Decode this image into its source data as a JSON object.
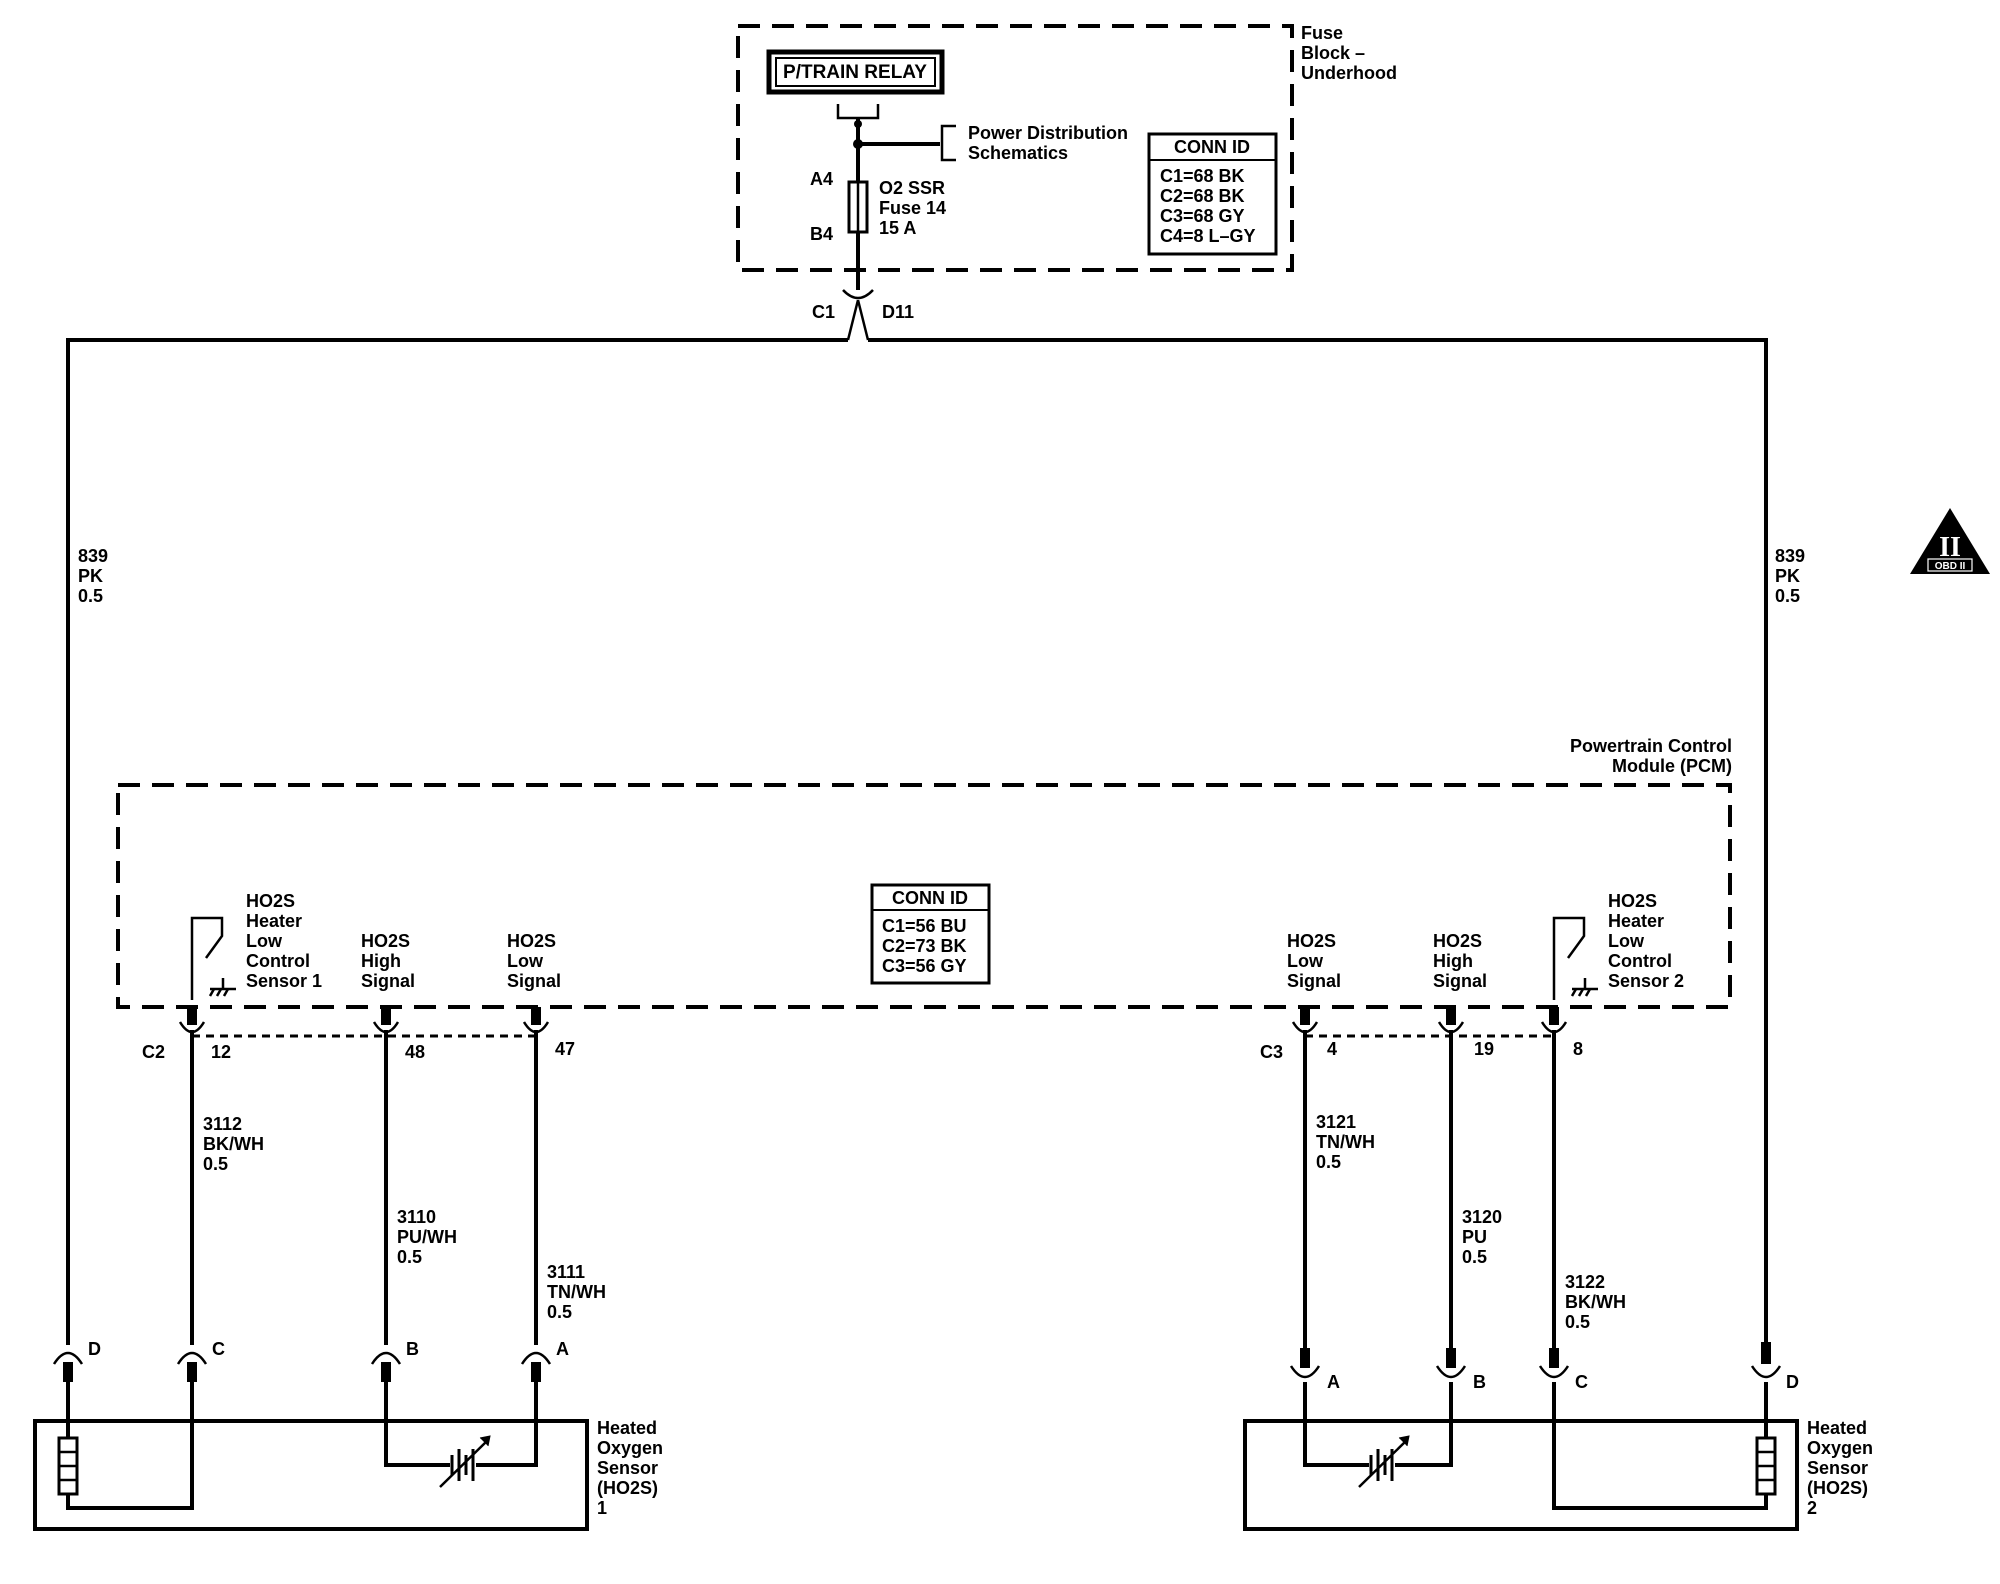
{
  "fuse_block": {
    "name_lines": [
      "Fuse",
      "Block –",
      "Underhood"
    ],
    "relay_label": "P/TRAIN RELAY",
    "power_dist_lines": [
      "Power Distribution",
      "Schematics"
    ],
    "fuse_pin_top": "A4",
    "fuse_pin_bottom": "B4",
    "fuse_lines": [
      "O2 SSR",
      "Fuse 14",
      "15 A"
    ],
    "conn_id_title": "CONN ID",
    "conn_id_lines": [
      "C1=68 BK",
      "C2=68 BK",
      "C3=68 GY",
      "C4=8 L–GY"
    ],
    "out_connector": "C1",
    "out_pin": "D11"
  },
  "left_feed_wire": [
    "839",
    "PK",
    "0.5"
  ],
  "right_feed_wire": [
    "839",
    "PK",
    "0.5"
  ],
  "obd_badge": {
    "numeral": "II",
    "text": "OBD II"
  },
  "pcm": {
    "name_lines": [
      "Powertrain Control",
      "Module (PCM)"
    ],
    "conn_id_title": "CONN ID",
    "conn_id_lines": [
      "C1=56 BU",
      "C2=73 BK",
      "C3=56 GY"
    ],
    "left_heater_lines": [
      "HO2S",
      "Heater",
      "Low",
      "Control",
      "Sensor 1"
    ],
    "left_high_lines": [
      "HO2S",
      "High",
      "Signal"
    ],
    "left_low_lines": [
      "HO2S",
      "Low",
      "Signal"
    ],
    "right_low_lines": [
      "HO2S",
      "Low",
      "Signal"
    ],
    "right_high_lines": [
      "HO2S",
      "High",
      "Signal"
    ],
    "right_heater_lines": [
      "HO2S",
      "Heater",
      "Low",
      "Control",
      "Sensor 2"
    ],
    "left_connector": "C2",
    "right_connector": "C3",
    "pins": {
      "l_heater": "12",
      "l_high": "48",
      "l_low": "47",
      "r_low": "4",
      "r_high": "19",
      "r_heater": "8"
    }
  },
  "wires": {
    "l_heater": [
      "3112",
      "BK/WH",
      "0.5"
    ],
    "l_high": [
      "3110",
      "PU/WH",
      "0.5"
    ],
    "l_low": [
      "3111",
      "TN/WH",
      "0.5"
    ],
    "r_low": [
      "3121",
      "TN/WH",
      "0.5"
    ],
    "r_high": [
      "3120",
      "PU",
      "0.5"
    ],
    "r_heater": [
      "3122",
      "BK/WH",
      "0.5"
    ]
  },
  "sensor1": {
    "name_lines": [
      "Heated",
      "Oxygen",
      "Sensor",
      "(HO2S)",
      "1"
    ],
    "pins": {
      "d": "D",
      "c": "C",
      "b": "B",
      "a": "A"
    }
  },
  "sensor2": {
    "name_lines": [
      "Heated",
      "Oxygen",
      "Sensor",
      "(HO2S)",
      "2"
    ],
    "pins": {
      "a": "A",
      "b": "B",
      "c": "C",
      "d": "D"
    }
  }
}
